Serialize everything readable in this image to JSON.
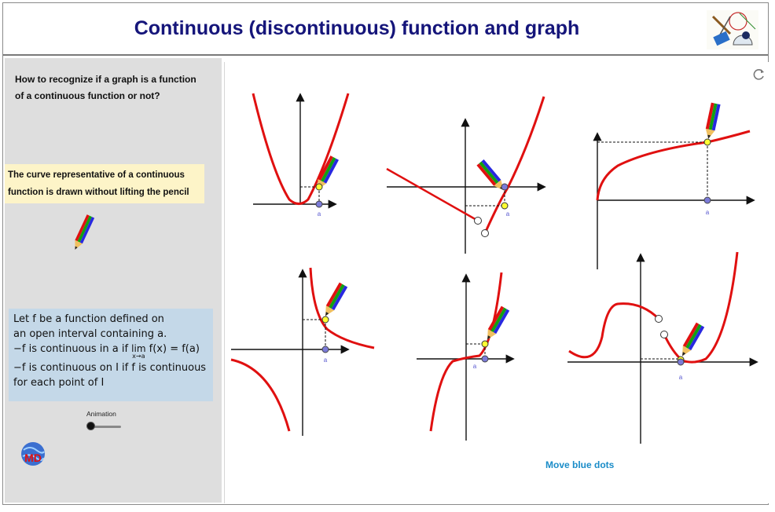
{
  "header": {
    "title": "Continuous (discontinuous) function and graph",
    "logo_icon": "geometry-tools-logo-icon"
  },
  "sidebar": {
    "question_line1": "How to recognize if a graph is a function",
    "question_line2": "of a  continuous function or not?",
    "note_line1": "The curve representative of a continuous",
    "note_line2": "function is drawn without lifting the pencil",
    "definition": {
      "line1": "Let f be a function defined on",
      "line2": "an open interval containing a.",
      "line3_pre": "−f is continuous in a if ",
      "lim": "lim",
      "lim_sub": "x→a",
      "line3_post": " f(x) = f(a)",
      "line4": "−f is continuous on I if f is continuous",
      "line5": "for each point of I"
    },
    "animation_label": "Animation",
    "animation_value": 0,
    "badge_text": "MD"
  },
  "graphs": {
    "point_label": "a",
    "instruction": "Move blue dots",
    "colors": {
      "curve": "#e01010",
      "axis": "#111111",
      "blue_dot": "#7b7bd8",
      "yellow_dot": "#ffff33"
    }
  }
}
